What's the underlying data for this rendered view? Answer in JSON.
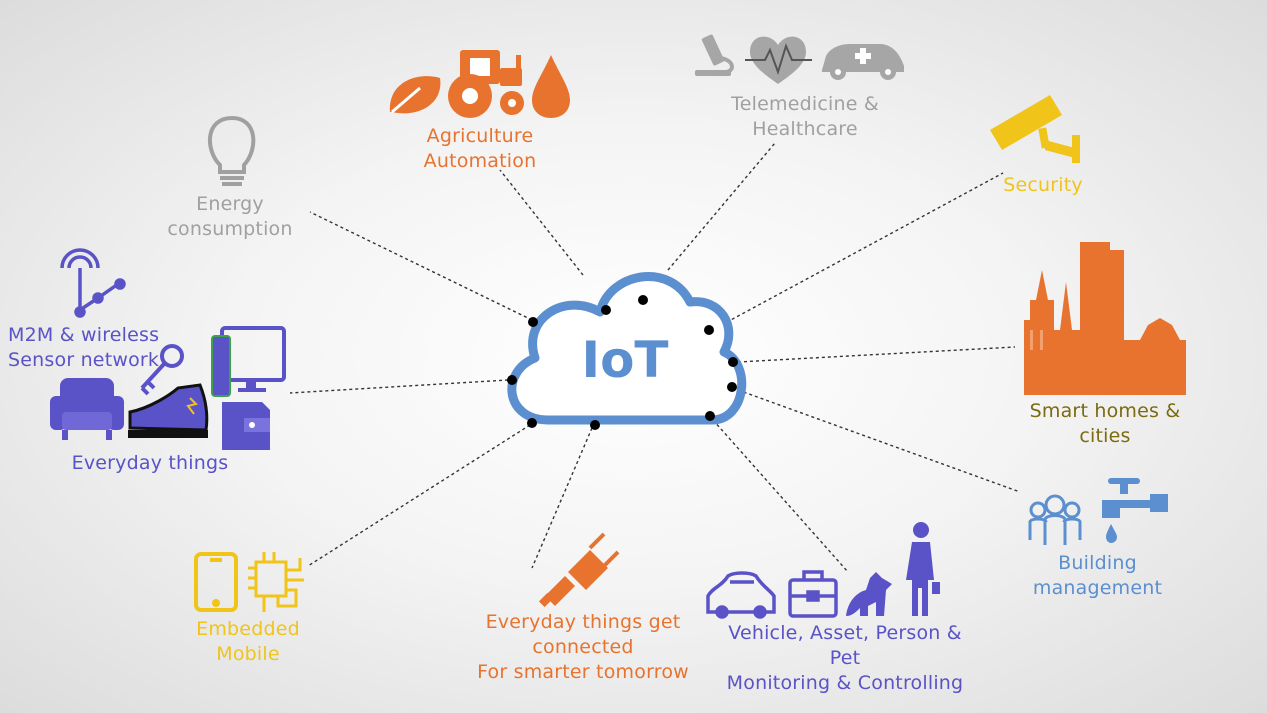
{
  "center": {
    "label": "IoT"
  },
  "colors": {
    "orange": "#e8732e",
    "gray": "#a0a0a0",
    "yellow": "#f0c419",
    "blue": "#5a52c7",
    "lightblue": "#5b8fd0",
    "olive": "#7a6a10",
    "black": "#111111"
  },
  "nodes": {
    "agriculture": {
      "lines": [
        "Agriculture",
        "Automation"
      ],
      "icons": [
        "leaf-icon",
        "tractor-icon",
        "water-drop-icon"
      ]
    },
    "telemedicine": {
      "lines": [
        "Telemedicine &",
        "Healthcare"
      ],
      "icons": [
        "microscope-icon",
        "heartbeat-icon",
        "ambulance-icon"
      ]
    },
    "security": {
      "lines": [
        "Security"
      ],
      "icons": [
        "cctv-camera-icon"
      ]
    },
    "energy": {
      "lines": [
        "Energy",
        "consumption"
      ],
      "icons": [
        "light-bulb-icon"
      ]
    },
    "m2m": {
      "lines": [
        "M2M & wireless",
        "Sensor network"
      ],
      "icons": [
        "wireless-sensor-icon"
      ]
    },
    "everyday": {
      "lines": [
        "Everyday things"
      ],
      "icons": [
        "armchair-icon",
        "key-icon",
        "sneaker-icon",
        "computer-icon",
        "wallet-icon"
      ]
    },
    "smart_homes": {
      "lines": [
        "Smart homes &",
        "cities"
      ],
      "icons": [
        "city-skyline-icon"
      ]
    },
    "building": {
      "lines": [
        "Building",
        "management"
      ],
      "icons": [
        "people-group-icon",
        "water-tap-icon"
      ]
    },
    "embedded": {
      "lines": [
        "Embedded",
        "Mobile"
      ],
      "icons": [
        "smartphone-icon",
        "circuit-chip-icon"
      ]
    },
    "connected": {
      "lines": [
        "Everyday things get",
        "connected",
        "For smarter tomorrow"
      ],
      "icons": [
        "plug-connector-icon"
      ]
    },
    "vehicle": {
      "lines": [
        "Vehicle, Asset, Person &",
        "Pet",
        "Monitoring & Controlling"
      ],
      "icons": [
        "car-icon",
        "briefcase-icon",
        "dog-icon",
        "person-icon"
      ]
    }
  }
}
